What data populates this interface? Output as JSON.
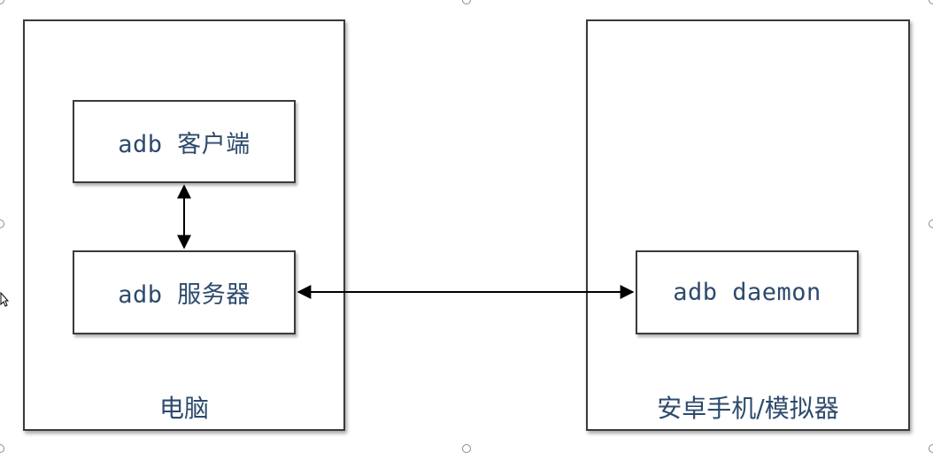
{
  "diagram": {
    "pc": {
      "label": "电脑",
      "client": "adb 客户端",
      "server": "adb 服务器"
    },
    "device": {
      "label": "安卓手机/模拟器",
      "daemon": "adb daemon"
    }
  },
  "colors": {
    "text": "#2d4a6d",
    "border": "#3a3a3a",
    "arrow": "#000000"
  }
}
